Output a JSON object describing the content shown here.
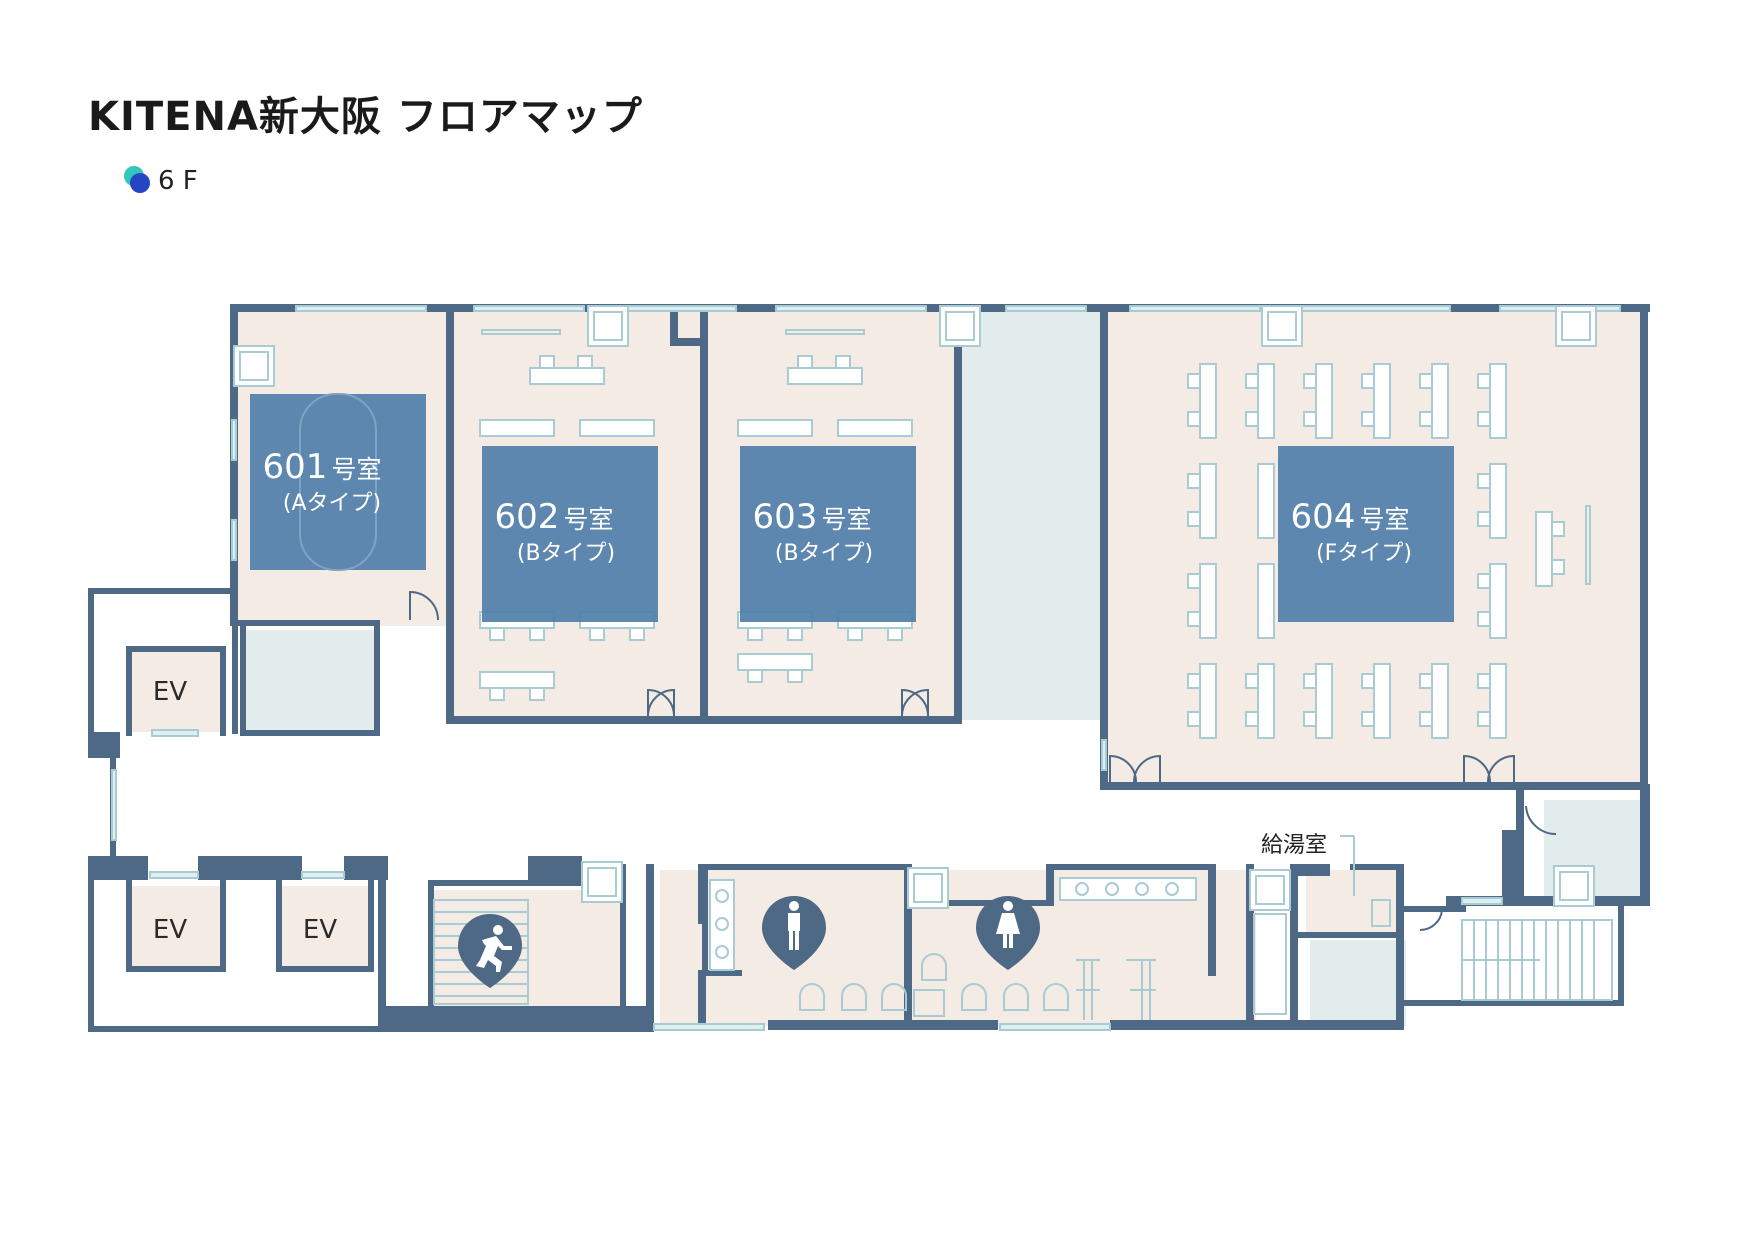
{
  "title": "KITENA新大阪 フロアマップ",
  "floor": {
    "label": "6 F",
    "icon": "floor-dot-icon"
  },
  "rooms": [
    {
      "id": "601",
      "number": "601",
      "suffix": "号室",
      "type": "(Aタイプ)"
    },
    {
      "id": "602",
      "number": "602",
      "suffix": "号室",
      "type": "(Bタイプ)"
    },
    {
      "id": "603",
      "number": "603",
      "suffix": "号室",
      "type": "(Bタイプ)"
    },
    {
      "id": "604",
      "number": "604",
      "suffix": "号室",
      "type": "(Fタイプ)"
    }
  ],
  "facilities": {
    "ev_label": "EV",
    "kitchen": "給湯室"
  },
  "icons": {
    "emergency_exit": "emergency-exit-icon",
    "mens_restroom": "mens-restroom-icon",
    "womens_restroom": "womens-restroom-icon"
  },
  "colors": {
    "wall": "#4e6985",
    "floor": "#f5ebe5",
    "room_highlight": "#4f7ea9",
    "fixture_outline": "#a9cbd3"
  }
}
